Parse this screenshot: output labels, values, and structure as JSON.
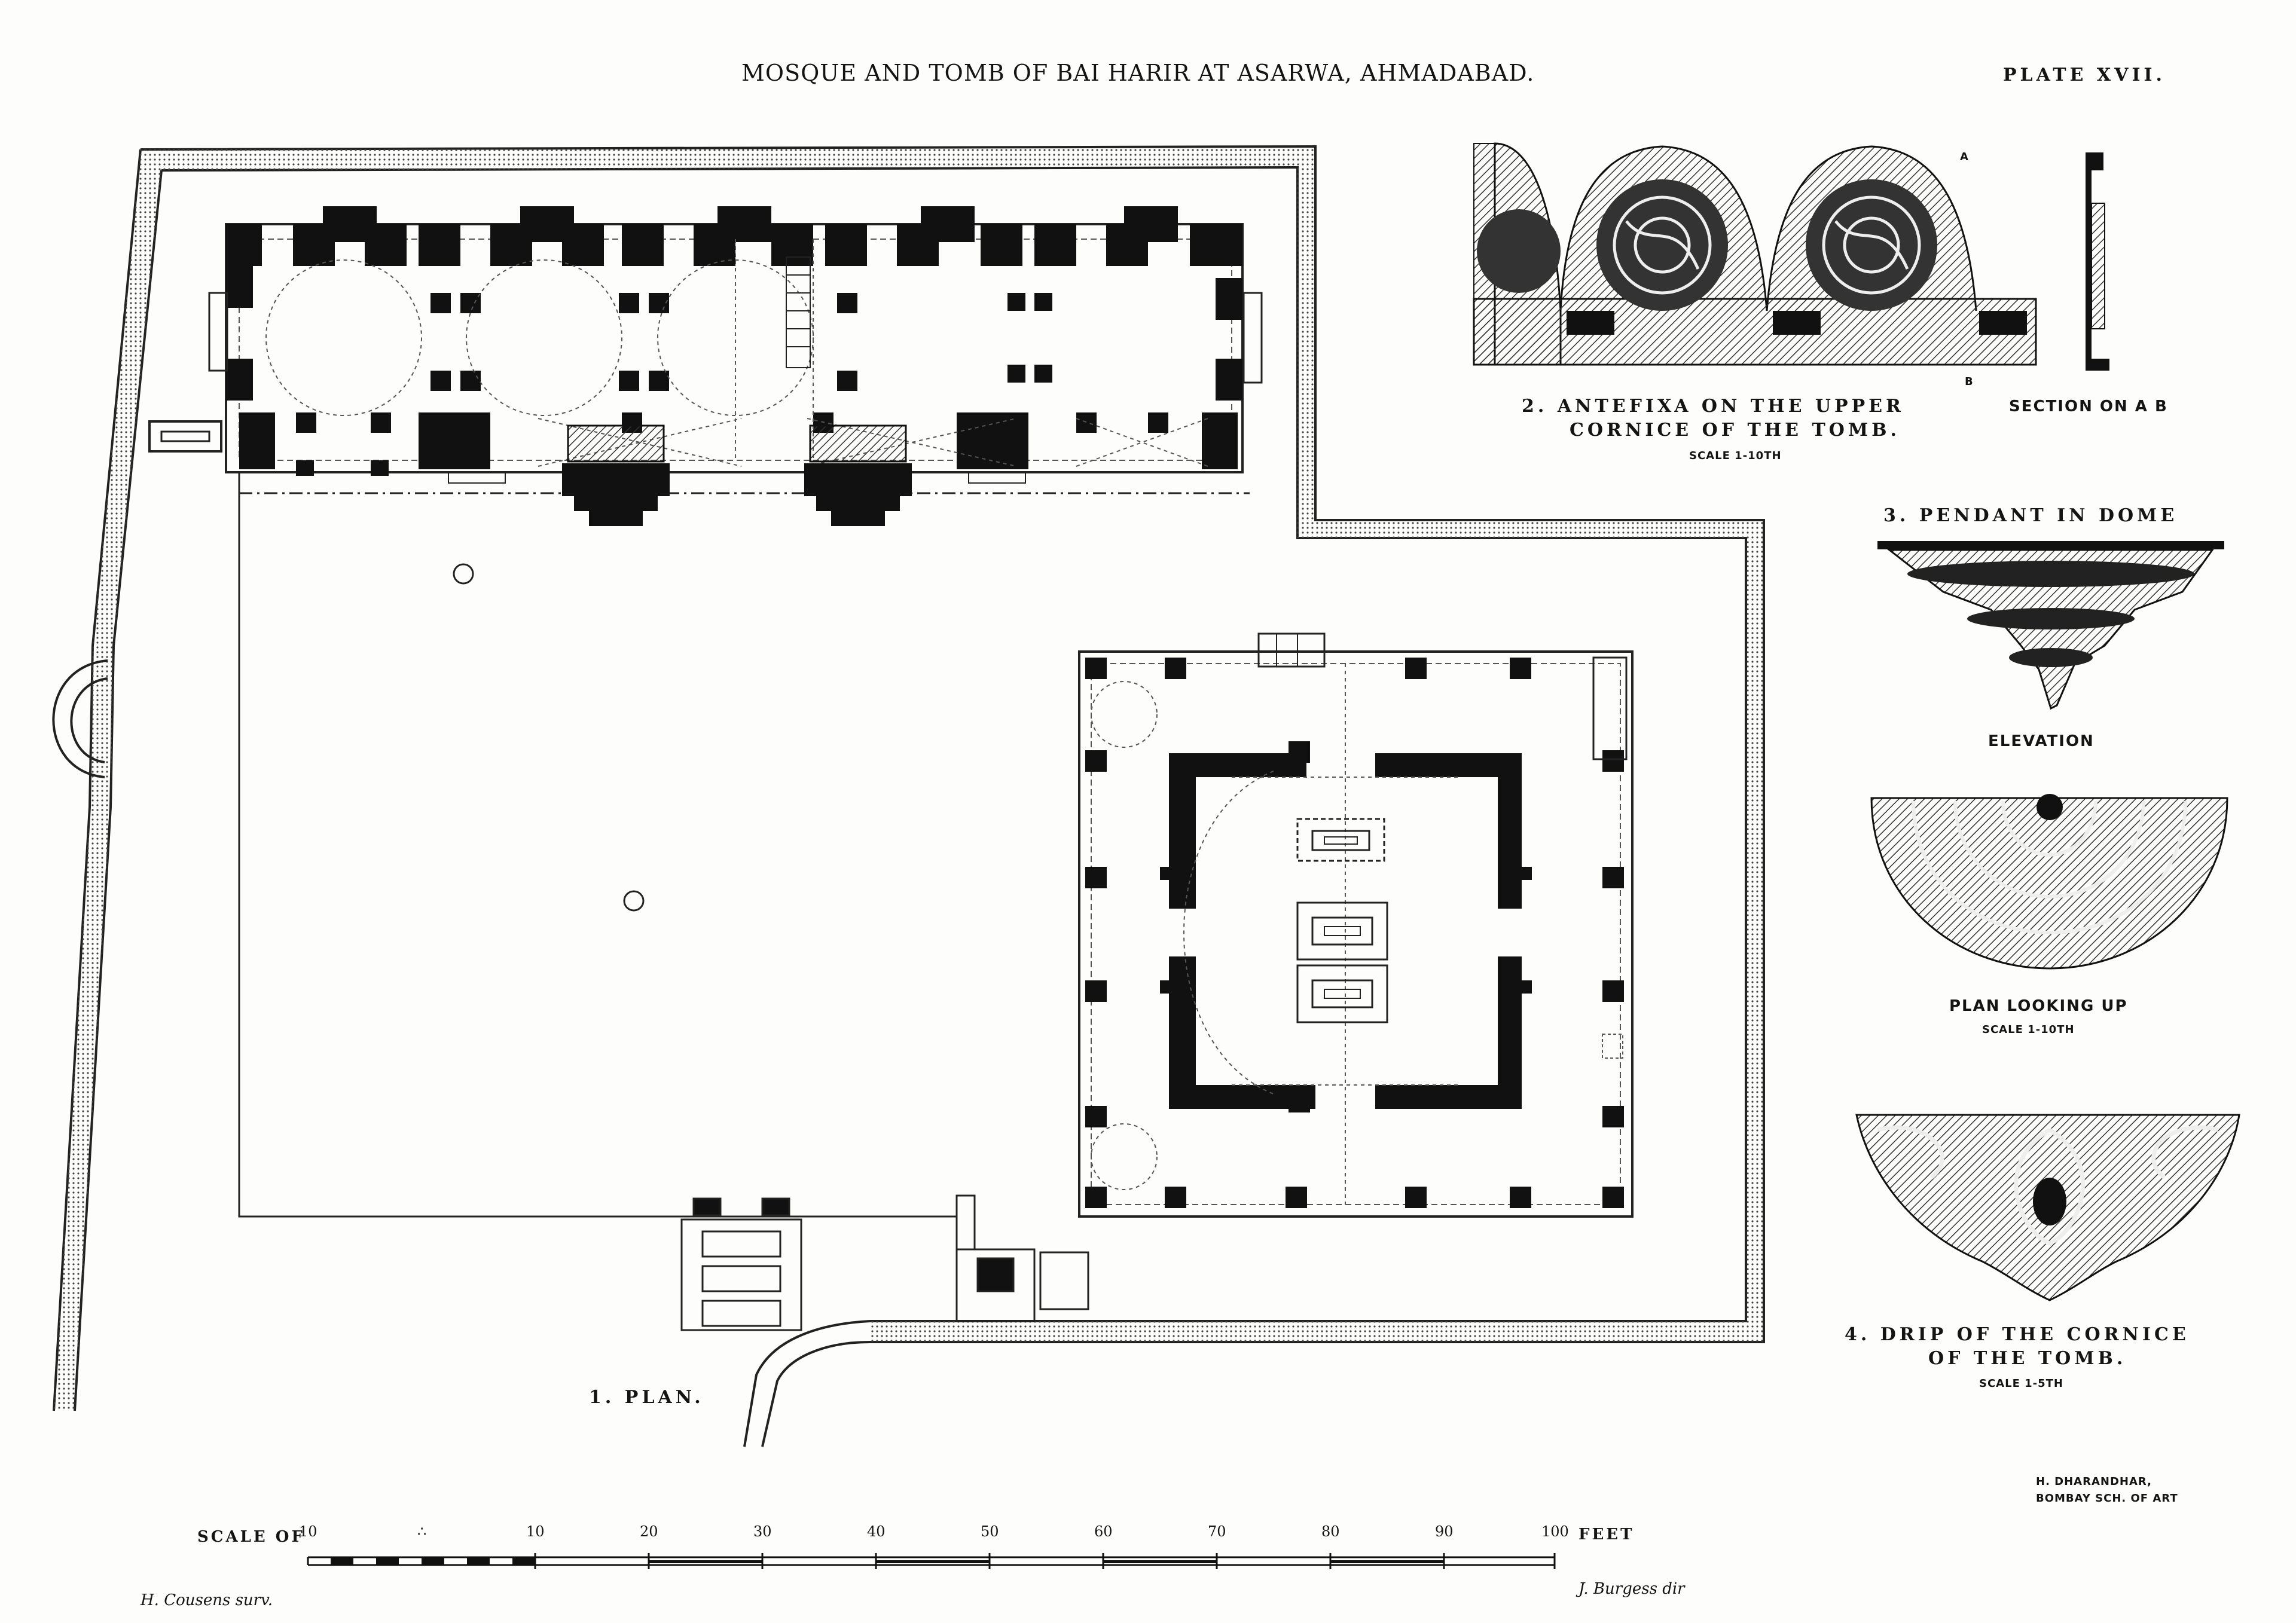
{
  "title": "MOSQUE AND TOMB OF BAI HARIR AT ASARWA, AHMADABAD.",
  "plate": "PLATE XVII.",
  "figures": {
    "plan": "1. PLAN.",
    "antefixa_line1": "2. ANTEFIXA ON THE UPPER",
    "antefixa_line2": "CORNICE OF THE TOMB.",
    "antefixa_scale": "SCALE 1-10TH",
    "section": "SECTION ON A B",
    "section_a": "A",
    "section_b": "B",
    "pendant": "3. PENDANT IN DOME",
    "elevation": "ELEVATION",
    "plan_looking_up": "PLAN LOOKING UP",
    "pendant_scale": "SCALE 1-10TH",
    "drip_line1": "4. DRIP OF THE CORNICE",
    "drip_line2": "OF THE TOMB.",
    "drip_scale": "SCALE 1-5TH"
  },
  "scale_bar": {
    "label": "SCALE OF",
    "unit": "FEET",
    "ticks": [
      "10",
      "∴",
      "10",
      "20",
      "30",
      "40",
      "50",
      "60",
      "70",
      "80",
      "90",
      "100"
    ]
  },
  "credits": {
    "surveyor": "H. Cousens surv.",
    "director": "J. Burgess dir",
    "engraver_line1": "H. DHARANDHAR,",
    "engraver_line2": "BOMBAY SCH. OF ART"
  }
}
